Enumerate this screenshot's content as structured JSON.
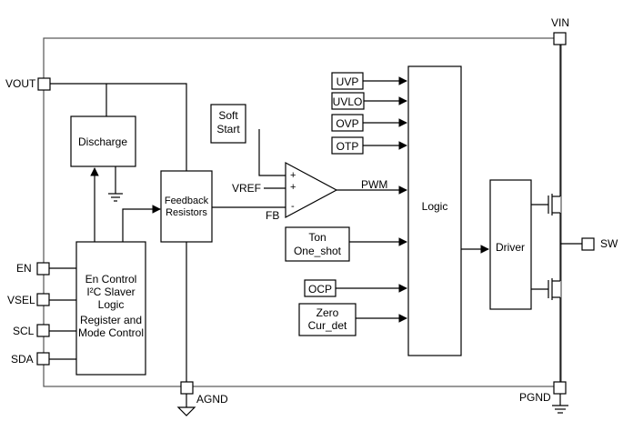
{
  "pins": {
    "vin": "VIN",
    "vout": "VOUT",
    "en": "EN",
    "vsel": "VSEL",
    "scl": "SCL",
    "sda": "SDA",
    "sw": "SW",
    "agnd": "AGND",
    "pgnd": "PGND"
  },
  "blocks": {
    "discharge": "Discharge",
    "soft_start_line1": "Soft",
    "soft_start_line2": "Start",
    "feedback_line1": "Feedback",
    "feedback_line2": "Resistors",
    "en_control_line1": "En Control",
    "en_control_line2": "I²C Slaver",
    "en_control_line3": "Logic",
    "en_control_line4": "Register and",
    "en_control_line5": "Mode Control",
    "logic": "Logic",
    "driver": "Driver",
    "ton_line1": "Ton",
    "ton_line2": "One_shot",
    "ocp": "OCP",
    "zero_line1": "Zero",
    "zero_line2": "Cur_det"
  },
  "protections": [
    "UVP",
    "UVLO",
    "OVP",
    "OTP"
  ],
  "signals": {
    "vref": "VREF",
    "fb": "FB",
    "pwm": "PWM",
    "plus1": "+",
    "plus2": "+",
    "minus": "-"
  }
}
